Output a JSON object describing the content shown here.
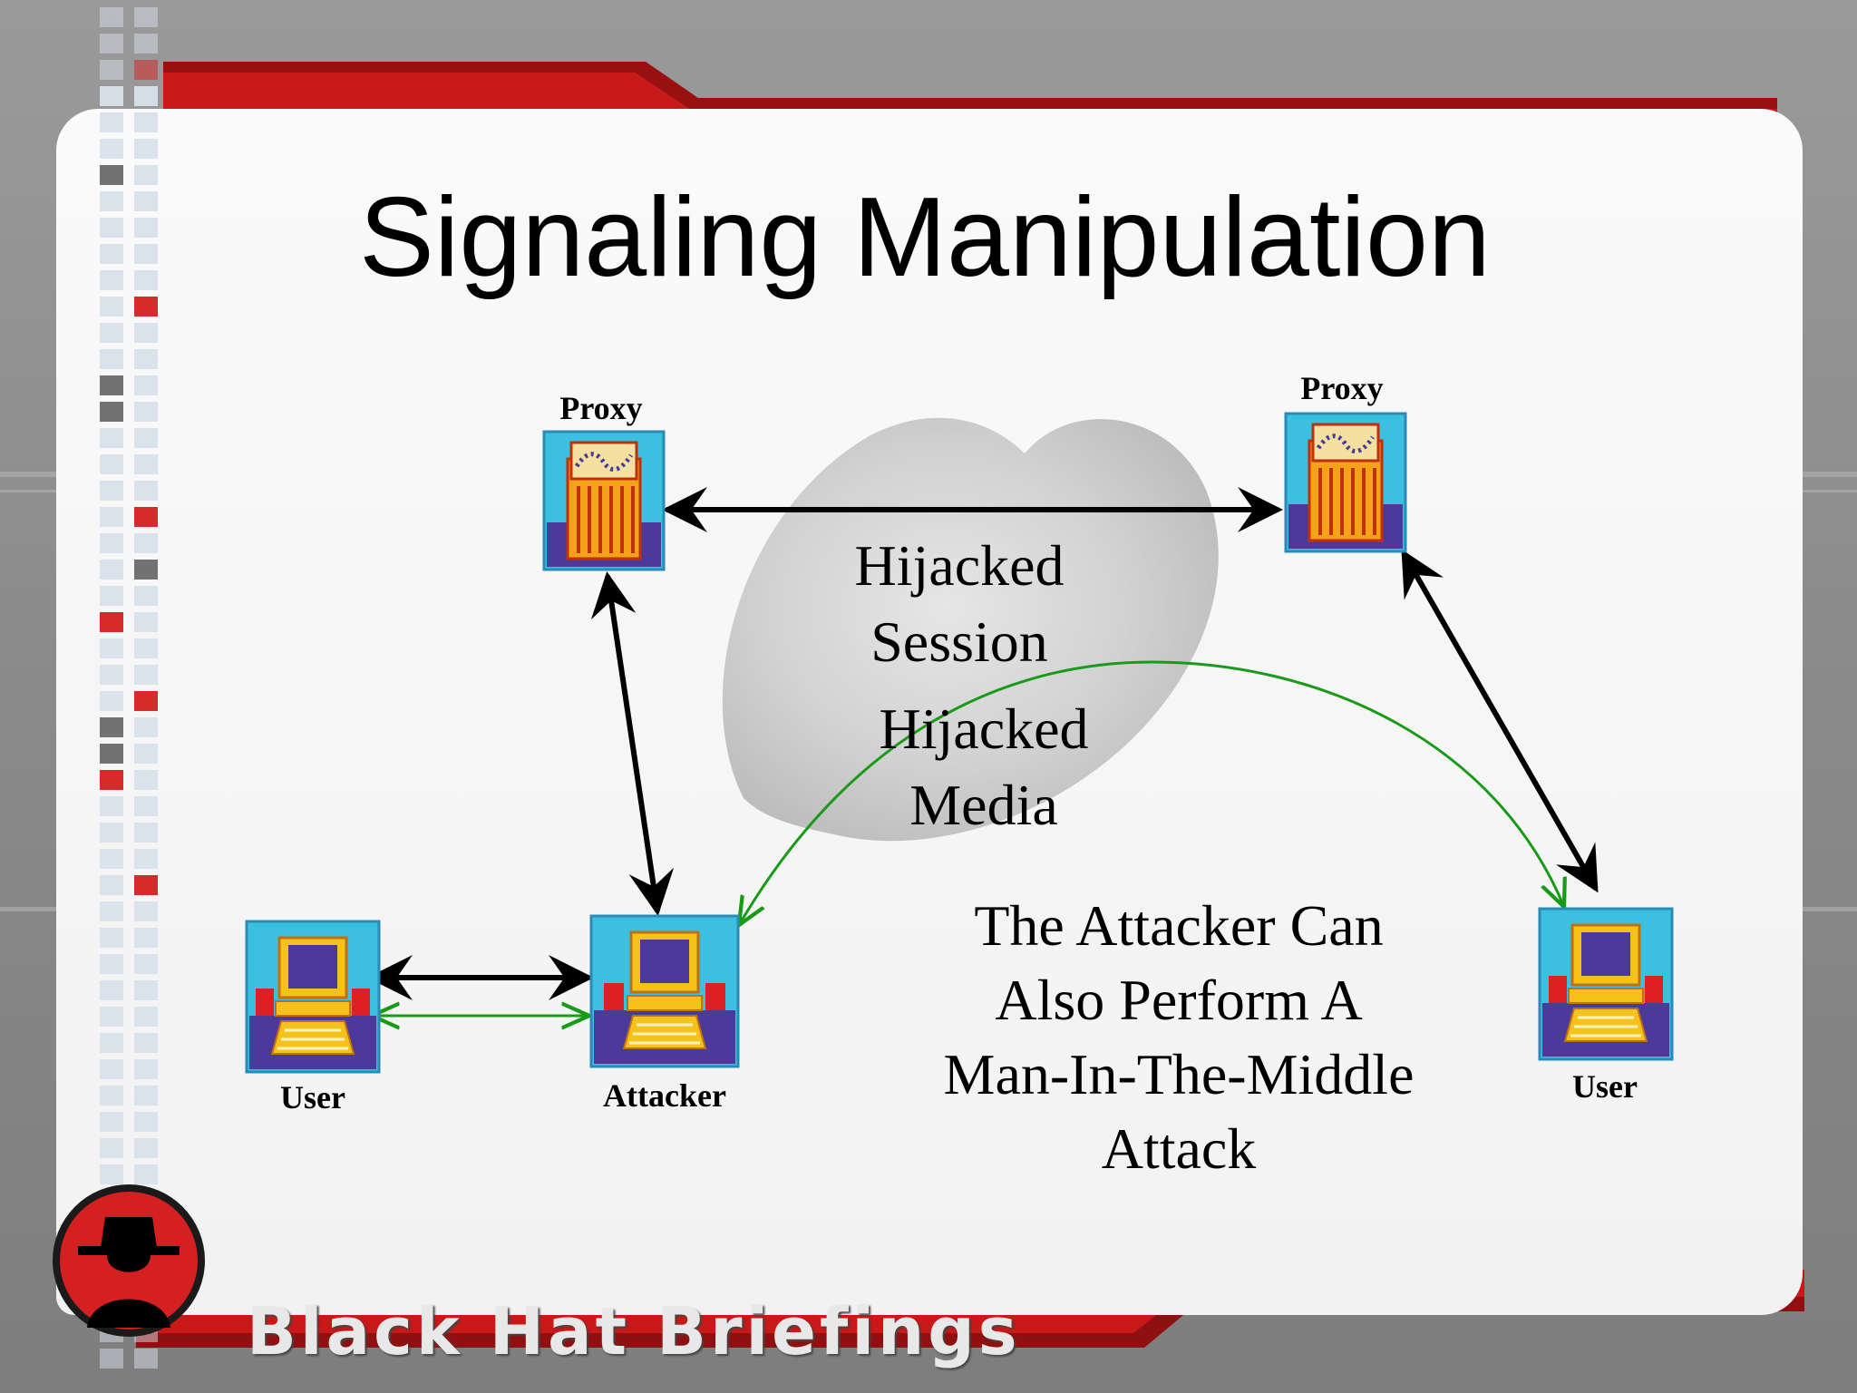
{
  "slide": {
    "title": "Signaling Manipulation",
    "footer_brand": "Black Hat Briefings"
  },
  "diagram": {
    "nodes": {
      "proxy_left": "Proxy",
      "proxy_right": "Proxy",
      "user_left": "User",
      "attacker": "Attacker",
      "user_right": "User"
    },
    "cloud": {
      "line1": "Hijacked",
      "line2": "Session",
      "line3": "Hijacked",
      "line4": "Media"
    },
    "note": {
      "line1": "The Attacker Can",
      "line2": "Also Perform A",
      "line3": "Man-In-The-Middle",
      "line4": "Attack"
    }
  },
  "colors": {
    "accent_red": "#d41c1c",
    "signal_arrow": "#000000",
    "media_arrow": "#1a9a1a",
    "device_cyan": "#3cc0e0",
    "device_purple": "#4b3a9a",
    "device_orange": "#f4a21a"
  },
  "icons": [
    "proxy-server-icon",
    "computer-workstation-icon",
    "black-hat-logo-icon"
  ]
}
